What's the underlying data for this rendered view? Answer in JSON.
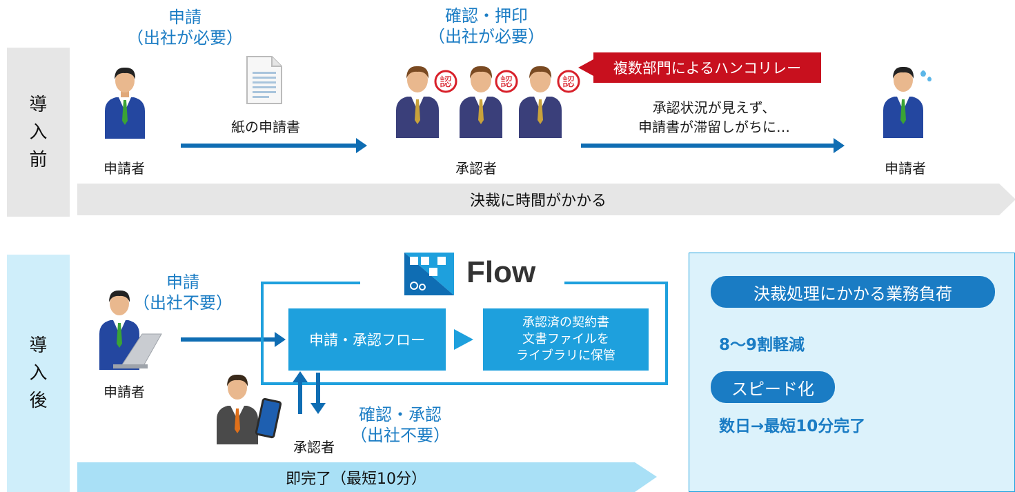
{
  "before": {
    "side_label_lines": [
      "導",
      "入",
      "前"
    ],
    "apply_title_line1": "申請",
    "apply_title_line2": "（出社が必要）",
    "applicant_label": "申請者",
    "paper_label": "紙の申請書",
    "approve_title_line1": "確認・押印",
    "approve_title_line2": "（出社が必要）",
    "stamp_char": "認",
    "approver_label": "承認者",
    "relay_callout": "複数部門によるハンコリレー",
    "stall_line1": "承認状況が見えず、",
    "stall_line2": "申請書が滞留しがちに…",
    "final_applicant_label": "申請者",
    "banner": "決裁に時間がかかる"
  },
  "after": {
    "side_label_lines": [
      "導",
      "入",
      "後"
    ],
    "apply_title_line1": "申請",
    "apply_title_line2": "（出社不要）",
    "applicant_label": "申請者",
    "logo_text": "Flow",
    "flow_box": "申請・承認フロー",
    "storage_line1": "承認済の契約書",
    "storage_line2": "文書ファイルを",
    "storage_line3": "ライブラリに保管",
    "approve_title_line1": "確認・承認",
    "approve_title_line2": "（出社不要）",
    "approver_label": "承認者",
    "banner": "即完了（最短10分）"
  },
  "benefits": {
    "pill1": "決裁処理にかかる業務負荷",
    "result1": "8〜9割軽減",
    "pill2": "スピード化",
    "result2": "数日→最短10分完了"
  },
  "colors": {
    "accent_blue": "#1a7cc4",
    "arrow_blue": "#0f6db3",
    "flow_box": "#1ea0dd",
    "callout_red": "#c8101e",
    "before_bg": "#e6e6e6",
    "after_bg": "#cfeefa"
  }
}
